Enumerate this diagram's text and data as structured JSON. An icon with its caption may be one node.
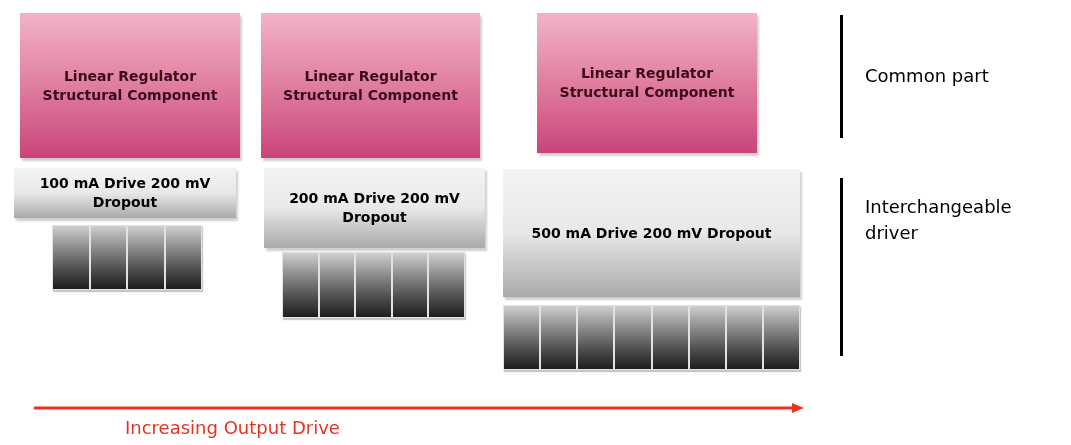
{
  "diagram": {
    "nodes": [
      {
        "text": [
          "Linear Regulator Structural Component"
        ]
      },
      {
        "text": [
          "Linear Regulator Structural Component"
        ]
      },
      {
        "text": [
          "Linear Regulator Structural Component"
        ]
      },
      {
        "text": [
          "100 mA Drive 200 mV Dropout"
        ]
      },
      {
        "text": [
          "200 mA Drive 200 mV Dropout"
        ]
      },
      {
        "text": [
          "500 mA Drive 200 mV Dropout"
        ]
      }
    ],
    "edges": [],
    "labels": [
      "Common part",
      "Interchangeable driver",
      "Increasing Output Drive"
    ]
  }
}
